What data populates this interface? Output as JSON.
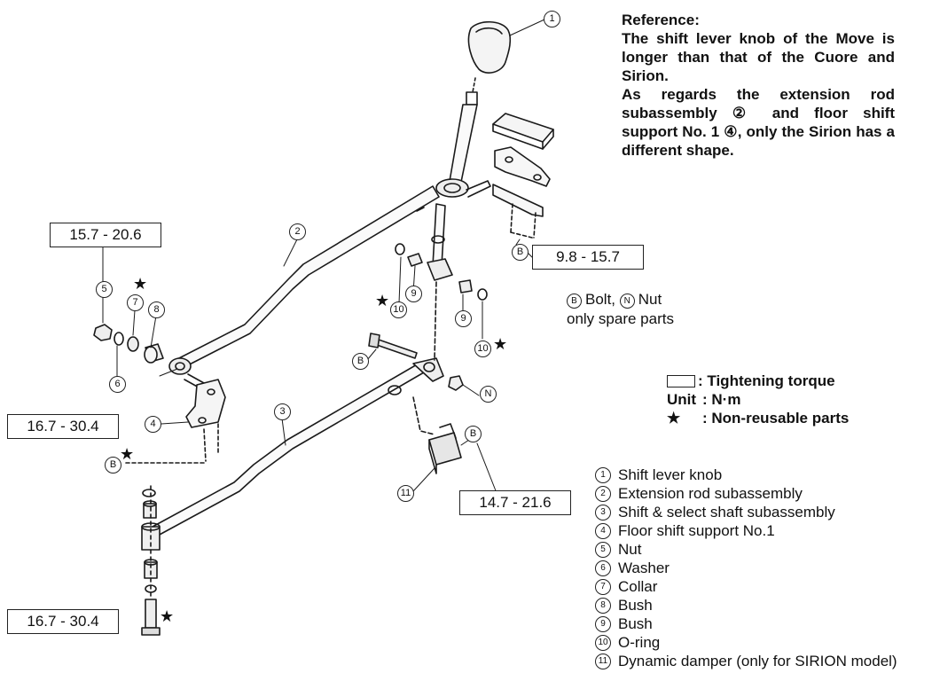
{
  "reference": {
    "title": "Reference:",
    "para1": "The shift lever knob of the Move is longer than that of the Cuore and Sirion.",
    "para2": "As regards the extension rod subassembly ② and floor shift support No. 1 ④, only the Sirion has a different shape."
  },
  "torques": {
    "t1": "15.7 - 20.6",
    "t2": "16.7 - 30.4",
    "t3": "9.8 - 15.7",
    "t4": "14.7 - 21.6",
    "t5": "16.7 - 30.4"
  },
  "callouts": {
    "n1": "1",
    "n2": "2",
    "n3": "3",
    "n4": "4",
    "n5": "5",
    "n6": "6",
    "n7": "7",
    "n8": "8",
    "n9": "9",
    "n10": "10",
    "n11": "11",
    "b": "B",
    "nut": "N"
  },
  "star": "★",
  "spare_note": {
    "b_letter": "B",
    "b_text": "Bolt,",
    "n_letter": "N",
    "n_text": "Nut",
    "line2": "only spare parts"
  },
  "legend": {
    "torque_label": ": Tightening torque",
    "unit_key": "Unit",
    "unit_value": ": N·m",
    "star_label": ": Non-reusable parts"
  },
  "parts": [
    {
      "num": "1",
      "name": "Shift lever knob"
    },
    {
      "num": "2",
      "name": "Extension rod subassembly"
    },
    {
      "num": "3",
      "name": "Shift & select shaft subassembly"
    },
    {
      "num": "4",
      "name": "Floor shift support No.1"
    },
    {
      "num": "5",
      "name": "Nut"
    },
    {
      "num": "6",
      "name": "Washer"
    },
    {
      "num": "7",
      "name": "Collar"
    },
    {
      "num": "8",
      "name": "Bush"
    },
    {
      "num": "9",
      "name": "Bush"
    },
    {
      "num": "10",
      "name": "O-ring"
    },
    {
      "num": "11",
      "name": "Dynamic damper (only for SIRION model)"
    }
  ]
}
